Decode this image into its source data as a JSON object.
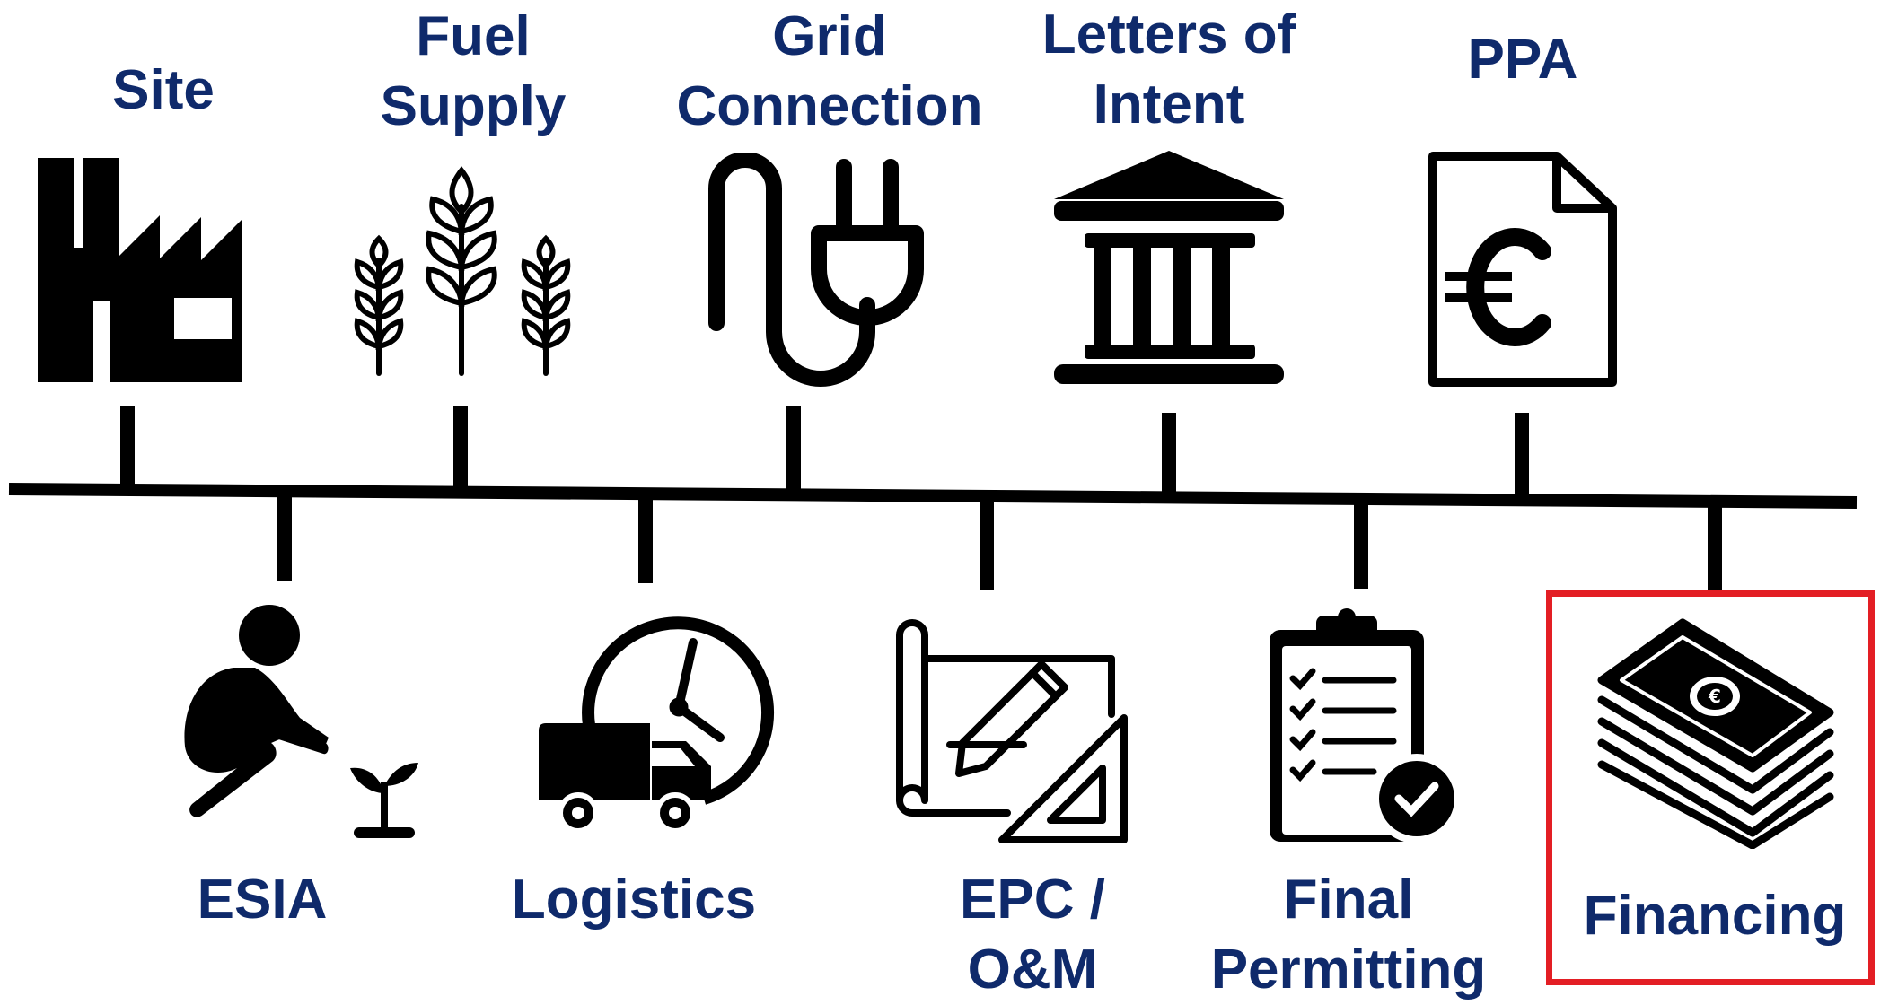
{
  "top_milestones": [
    {
      "id": "site",
      "label": "Site",
      "icon": "factory-icon"
    },
    {
      "id": "fuel-supply",
      "label": "Fuel\nSupply",
      "icon": "wheat-icon"
    },
    {
      "id": "grid-connection",
      "label": "Grid\nConnection",
      "icon": "plug-icon"
    },
    {
      "id": "letters-of-intent",
      "label": "Letters of\nIntent",
      "icon": "bank-icon"
    },
    {
      "id": "ppa",
      "label": "PPA",
      "icon": "euro-document-icon"
    }
  ],
  "bottom_milestones": [
    {
      "id": "esia",
      "label": "ESIA",
      "icon": "person-planting-icon"
    },
    {
      "id": "logistics",
      "label": "Logistics",
      "icon": "delivery-truck-clock-icon"
    },
    {
      "id": "epc-om",
      "label": "EPC /\nO&M",
      "icon": "blueprint-icon"
    },
    {
      "id": "final-permitting",
      "label": "Final\nPermitting",
      "icon": "clipboard-checklist-icon"
    },
    {
      "id": "financing",
      "label": "Financing",
      "icon": "money-stack-icon"
    }
  ],
  "highlighted": "Financing",
  "colors": {
    "label": "#0f2a6b",
    "highlight": "#e31e24",
    "icon": "#000000"
  }
}
